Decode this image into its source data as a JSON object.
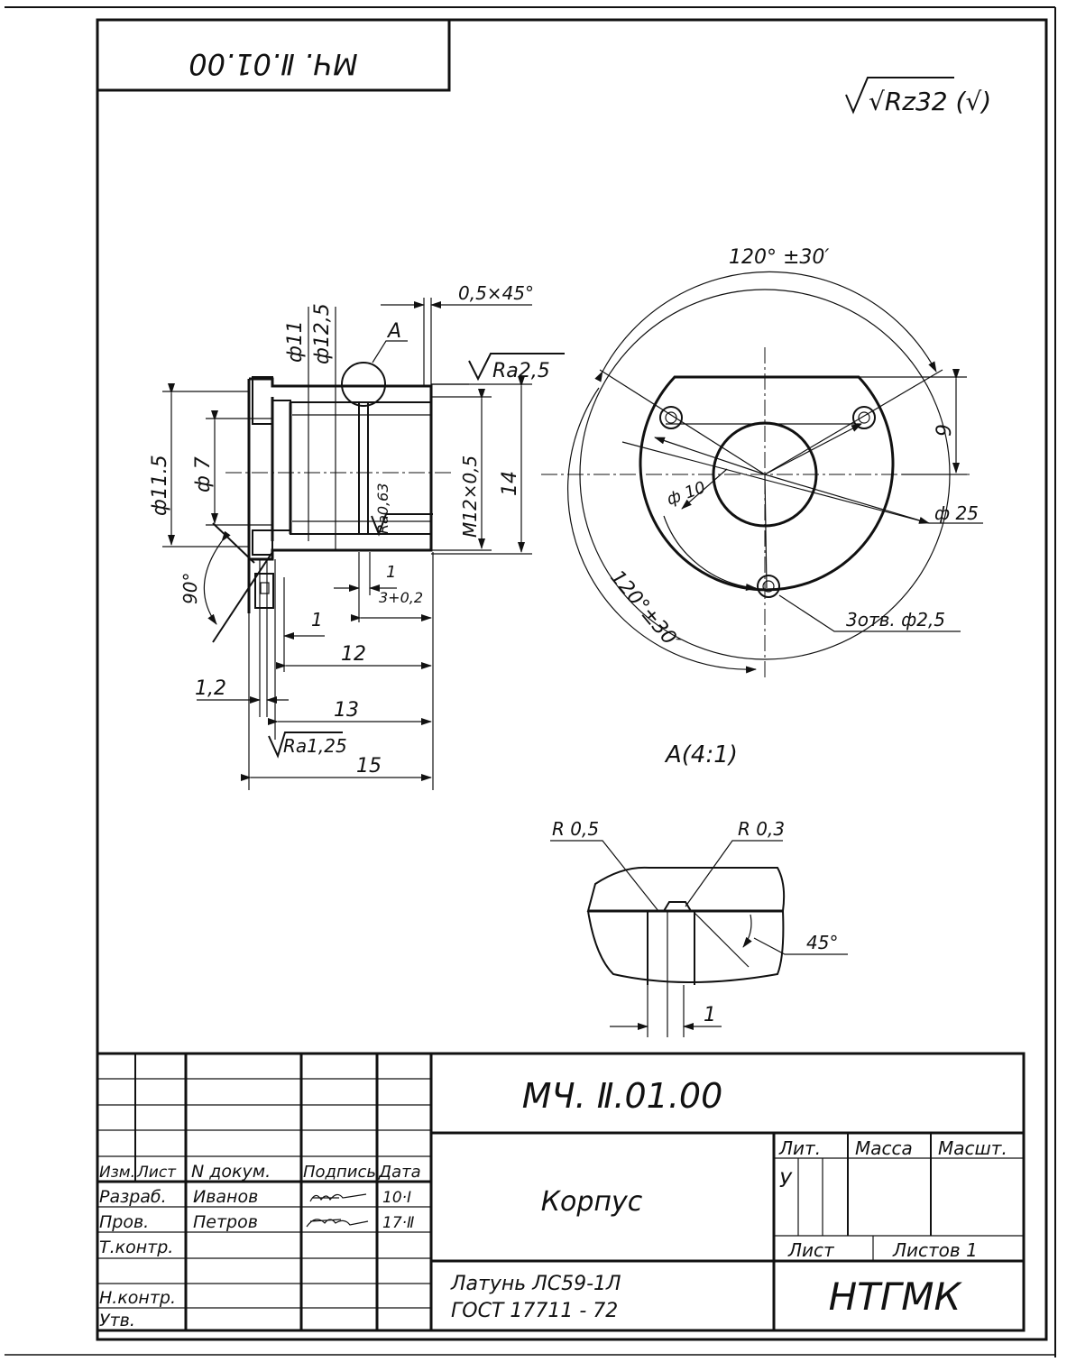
{
  "stamp_top": "МЧ. Ⅱ.01.00",
  "roughness_default": "√Rz32 (√)",
  "section": {
    "dims": {
      "d11": "ф11",
      "d12_5": "ф12,5",
      "d11_5": "ф11.5",
      "d7": "ф 7",
      "thread": "M12×0,5",
      "len14": "14",
      "chamfer": "0,5×45°",
      "ang90": "90°",
      "one_a": "1",
      "one_b": "1",
      "groove": "3+0,2",
      "l12": "12",
      "l13": "13",
      "l15": "15",
      "l1_2": "1,2"
    },
    "rough": {
      "ra25": "Ra2,5",
      "ra063": "Ra0,63",
      "ra125": "Ra1,25"
    },
    "leader_a": "A"
  },
  "front": {
    "ang_top": "120° ±30′",
    "ang_bot": "120°±30′",
    "d10": "ф 10",
    "d25": "ф 25",
    "h9": "9",
    "holes": "3отв. ф2,5"
  },
  "detail": {
    "title": "А(4:1)",
    "r05": "R 0,5",
    "r03": "R 0,3",
    "ang45": "45°",
    "w1": "1"
  },
  "title_block": {
    "code": "МЧ. Ⅱ.01.00",
    "name": "Корпус",
    "material": [
      "Латунь  ЛС59-1Л",
      "ГОСТ 17711 - 72"
    ],
    "org": "НТГМК",
    "lit_label": "Лит.",
    "mass_label": "Масса",
    "scale_label": "Масшт.",
    "lit_value": "У",
    "sheet_label": "Лист",
    "sheets_label": "Листов 1",
    "head": [
      "Изм.",
      "Лист",
      "N докум.",
      "Подпись",
      "Дата"
    ],
    "rows": [
      {
        "role": "Разраб.",
        "name": "Иванов",
        "date": "10·I"
      },
      {
        "role": "Пров.",
        "name": "Петров",
        "date": "17·Ⅱ"
      },
      {
        "role": "Т.контр.",
        "name": "",
        "date": ""
      },
      {
        "role": "",
        "name": "",
        "date": ""
      },
      {
        "role": "Н.контр.",
        "name": "",
        "date": ""
      },
      {
        "role": "Утв.",
        "name": "",
        "date": ""
      }
    ]
  }
}
